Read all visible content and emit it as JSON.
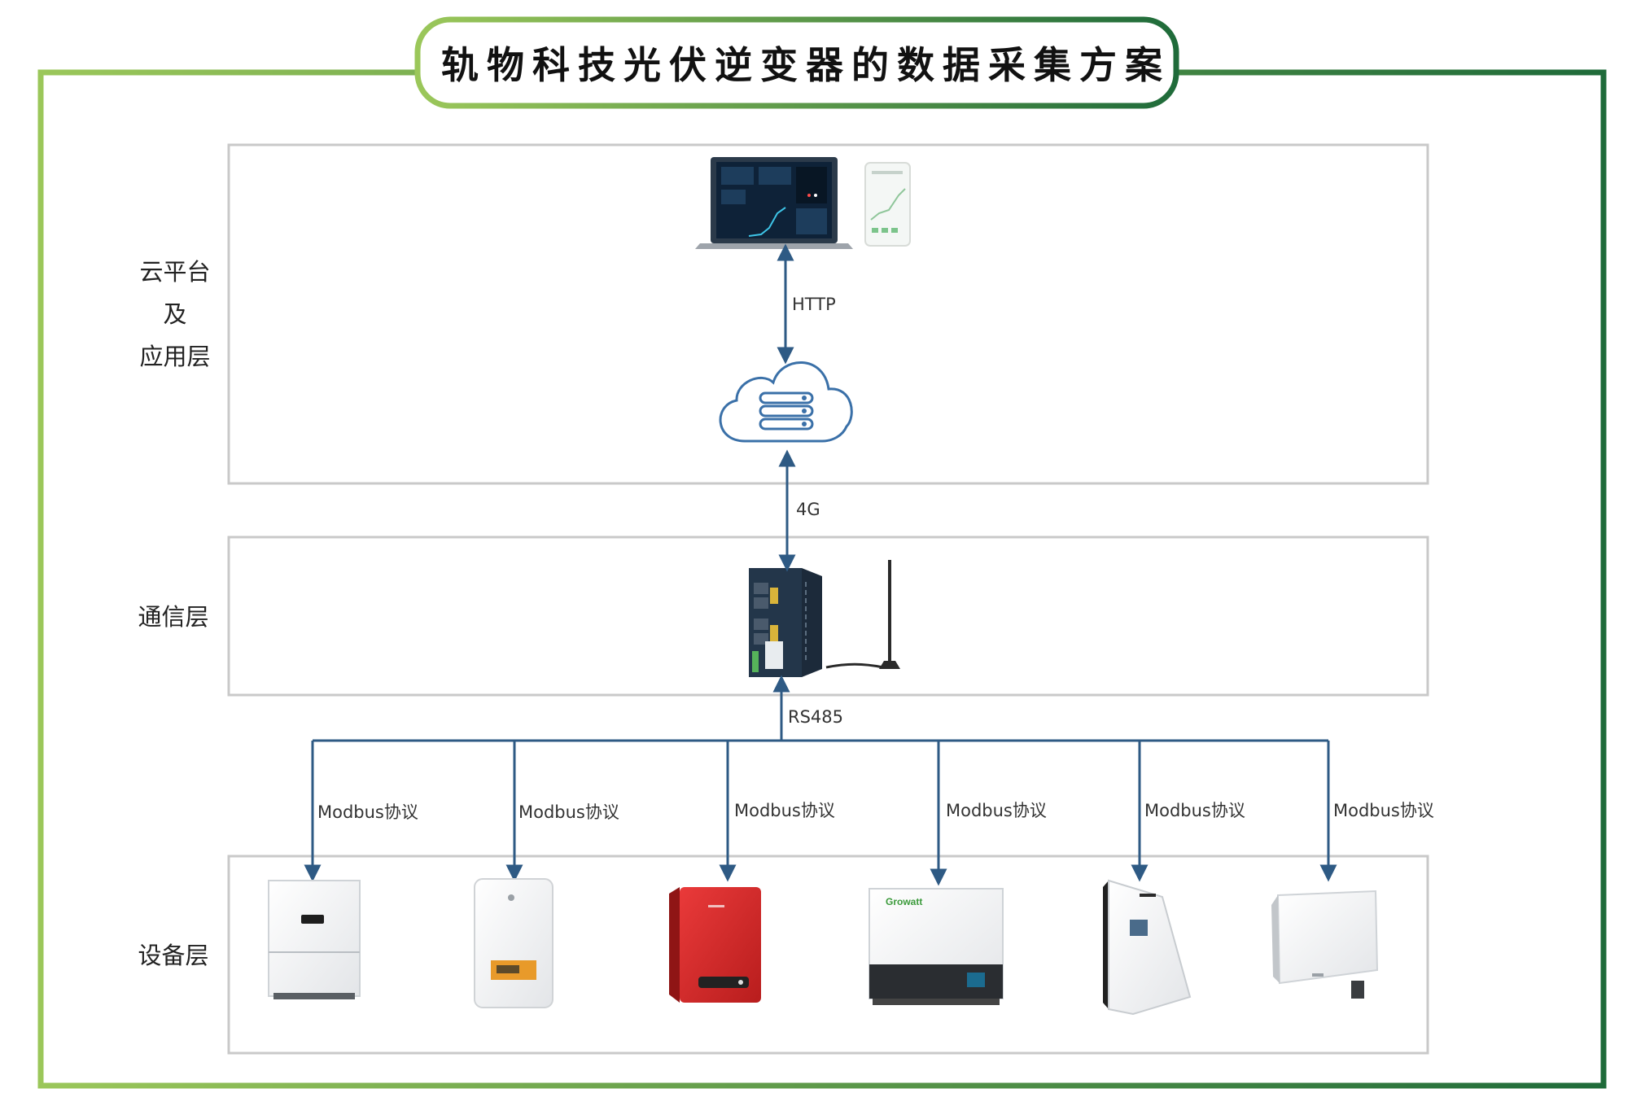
{
  "title": "轨物科技光伏逆变器的数据采集方案",
  "layers": {
    "cloud": [
      "云平台",
      "及",
      "应用层"
    ],
    "comm": "通信层",
    "device": "设备层"
  },
  "links": {
    "http": "HTTP",
    "fourg": "4G",
    "rs485": "RS485"
  },
  "protocols": [
    "Modbus协议",
    "Modbus协议",
    "Modbus协议",
    "Modbus协议",
    "Modbus协议",
    "Modbus协议"
  ],
  "inverter_logo": "Growatt",
  "colors": {
    "frame_light": "#9bc75a",
    "frame_dark": "#1f6b3a",
    "arrow": "#2e5a84",
    "box": "#c9c9c9"
  }
}
